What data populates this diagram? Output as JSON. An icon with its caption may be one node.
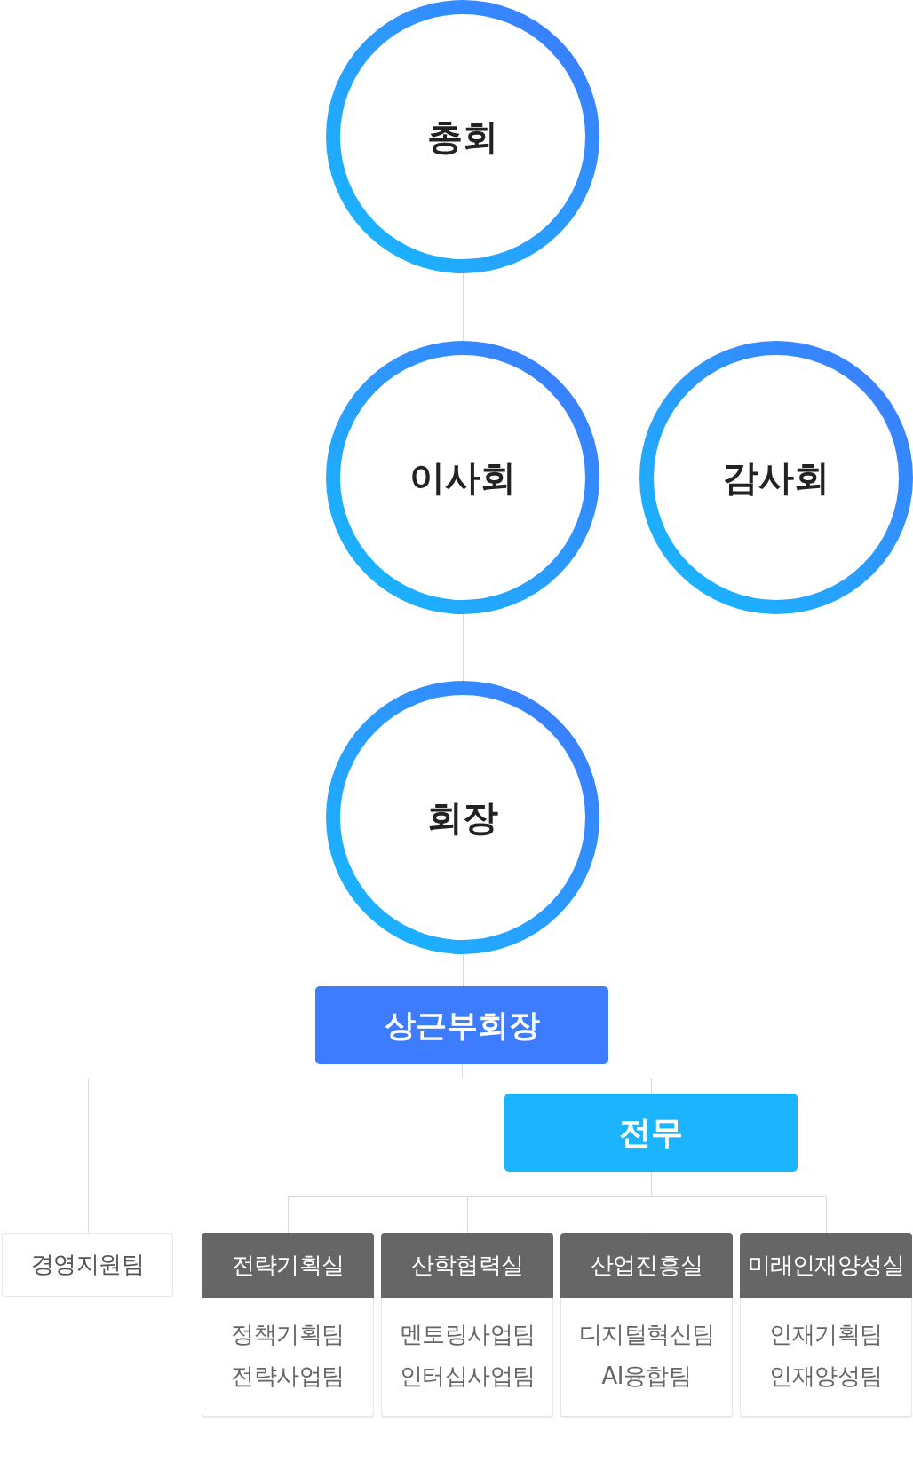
{
  "diagram": {
    "nodes": [
      {
        "text": [
          "총회"
        ]
      },
      {
        "text": [
          "이사회"
        ]
      },
      {
        "text": [
          "감사회"
        ]
      },
      {
        "text": [
          "회장"
        ]
      },
      {
        "text": [
          "상근부회장"
        ]
      },
      {
        "text": [
          "전무"
        ]
      },
      {
        "text": [
          "경영지원팀"
        ]
      },
      {
        "text": [
          "전략기획실",
          "정책기획팀",
          "전략사업팀"
        ]
      },
      {
        "text": [
          "산학협력실",
          "멘토링사업팀",
          "인터십사업팀"
        ]
      },
      {
        "text": [
          "산업진흥실",
          "디지털혁신팀",
          "AI융합팀"
        ]
      },
      {
        "text": [
          "미래인재양성실",
          "인재기획팀",
          "인재양성팀"
        ]
      }
    ],
    "edges": [
      {
        "from": 0,
        "to": 1,
        "arrow": "none"
      },
      {
        "from": 1,
        "to": 2,
        "arrow": "none"
      },
      {
        "from": 1,
        "to": 3,
        "arrow": "none"
      },
      {
        "from": 3,
        "to": 4,
        "arrow": "none"
      },
      {
        "from": 4,
        "to": 6,
        "arrow": "none"
      },
      {
        "from": 4,
        "to": 5,
        "arrow": "none"
      },
      {
        "from": 5,
        "to": 7,
        "arrow": "none"
      },
      {
        "from": 5,
        "to": 8,
        "arrow": "none"
      },
      {
        "from": 5,
        "to": 9,
        "arrow": "none"
      },
      {
        "from": 5,
        "to": 10,
        "arrow": "none"
      }
    ]
  }
}
